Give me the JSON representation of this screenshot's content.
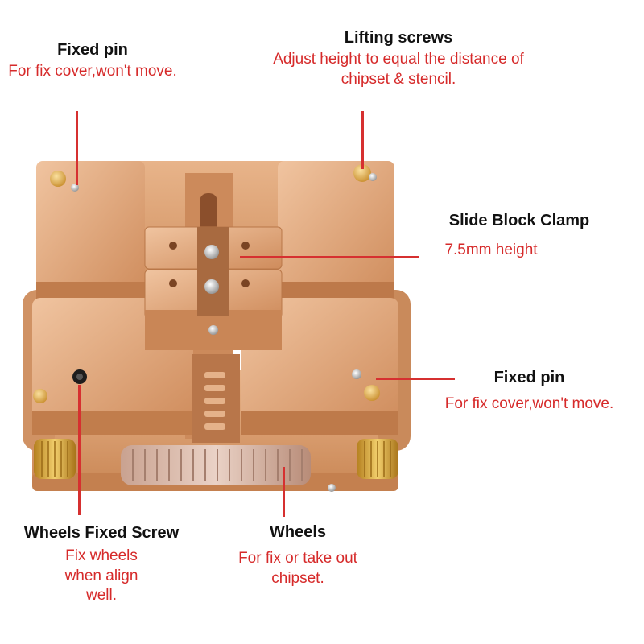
{
  "colors": {
    "gold": "#d99a68",
    "gold_dark": "#b47346",
    "gold_light": "#eec3a1",
    "brass": "#e7b04a",
    "leader_line": "#d63030",
    "label_red": "#d62a2a"
  },
  "callouts": {
    "fixed_pin_top": {
      "title": "Fixed pin",
      "desc": "For fix cover,won't move."
    },
    "lifting_screws": {
      "title": "Lifting screws",
      "desc": "Adjust height to equal the distance of chipset & stencil."
    },
    "slide_block_clamp": {
      "title": "Slide Block Clamp",
      "desc": "7.5mm height"
    },
    "fixed_pin_right": {
      "title": "Fixed pin",
      "desc": "For fix cover,won't move."
    },
    "wheels_fixed_screw": {
      "title": "Wheels Fixed Screw",
      "desc": "Fix wheels when align well."
    },
    "wheels": {
      "title": "Wheels",
      "desc": "For fix or take out chipset."
    }
  }
}
